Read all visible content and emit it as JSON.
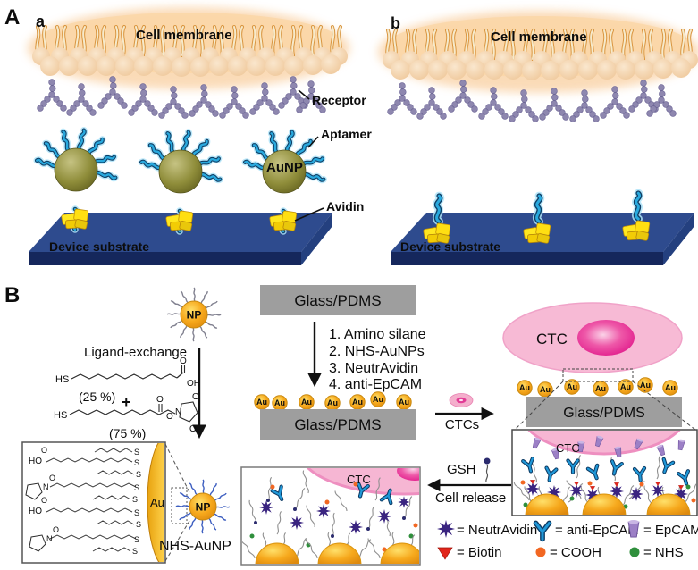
{
  "panel_a": {
    "label": "A",
    "sub_a": {
      "label": "a",
      "cell_membrane": "Cell membrane",
      "device_substrate": "Device substrate"
    },
    "sub_b": {
      "label": "b",
      "cell_membrane": "Cell membrane",
      "device_substrate": "Device substrate"
    },
    "annotations": {
      "receptor": "Receptor",
      "aptamer": "Aptamer",
      "aunp": "AuNP",
      "avidin": "Avidin"
    }
  },
  "panel_b": {
    "label": "B",
    "np_label": "NP",
    "ligand_exchange": "Ligand-exchange",
    "thiol_25": {
      "hs": "HS",
      "o": "O",
      "oh": "OH",
      "pct": "(25 %)"
    },
    "plus": "+",
    "thiol_75": {
      "hs": "HS",
      "o": "O",
      "n": "N",
      "pct": "(75 %)"
    },
    "glass_pdms_top": "Glass/PDMS",
    "steps": [
      "1. Amino silane",
      "2. NHS-AuNPs",
      "3. NeutrAvidin",
      "4. anti-EpCAM"
    ],
    "glass_pdms_mid": "Glass/PDMS",
    "au_label": "Au",
    "ctcs_arrow_label": "CTCs",
    "capture": {
      "ctc": "CTC",
      "glass_pdms": "Glass/PDMS"
    },
    "detail_box": {
      "ctc": "CTC"
    },
    "release_box": {
      "ctc": "CTC"
    },
    "gsh": "GSH",
    "cell_release": "Cell release",
    "nhs_aunp": {
      "label": "NHS-AuNP",
      "au": "Au",
      "ho": "HO",
      "o": "O",
      "n": "N",
      "s": "S"
    },
    "legend": {
      "rows": [
        [
          {
            "icon": "neutravidin-star",
            "label": "= NeutrAvidin"
          },
          {
            "icon": "anti-epcam-antibody",
            "label": "= anti-EpCAM"
          },
          {
            "icon": "epcam-cone",
            "label": "= EpCAM"
          }
        ],
        [
          {
            "icon": "biotin-triangle",
            "label": "= Biotin"
          },
          {
            "icon": "cooh-dot",
            "label": "= COOH"
          },
          {
            "icon": "nhs-dot",
            "label": "= NHS"
          }
        ]
      ]
    }
  },
  "colors": {
    "membrane_orange": "#F5B97E",
    "receptor_purple": "#8E87AF",
    "aptamer_cyan": "#29A9DE",
    "aunp_olive": "#8F8D3A",
    "avidin_yellow": "#FFE71F",
    "substrate_navy": "#2E4B8E",
    "gold": "#F6A81C",
    "gray_box": "#9E9E9E",
    "ctc_pink": "#F6B6D3",
    "nucleus_magenta": "#E2188D",
    "neutravidin_purple": "#3A2480",
    "antibody_blue": "#2098D8",
    "epcam_purple": "#9C80C6",
    "biotin_red": "#E1251B",
    "cooh_orange": "#F26722",
    "nhs_green": "#2F8F3C"
  }
}
